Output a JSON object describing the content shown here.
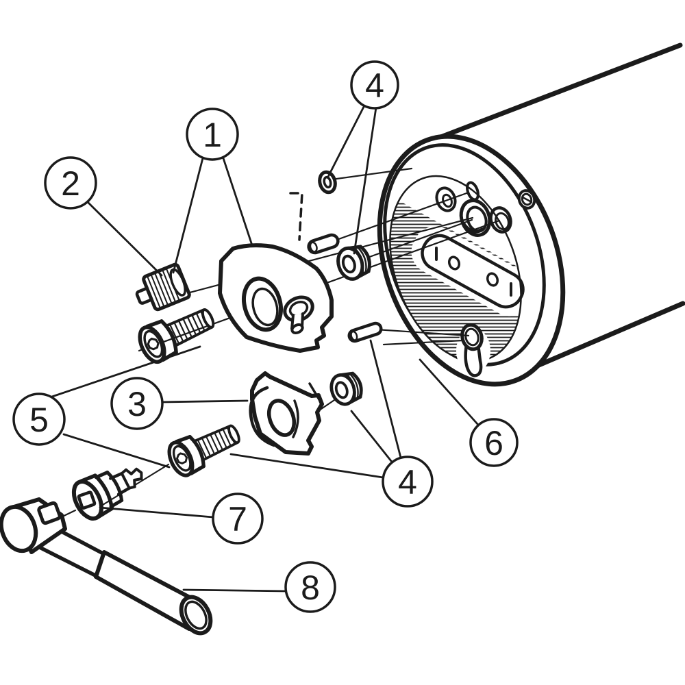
{
  "diagram": {
    "type": "exploded-parts-diagram",
    "callouts": [
      {
        "id": "callout-1",
        "label": "1"
      },
      {
        "id": "callout-2",
        "label": "2"
      },
      {
        "id": "callout-3",
        "label": "3"
      },
      {
        "id": "callout-4-top",
        "label": "4"
      },
      {
        "id": "callout-4-bottom",
        "label": "4"
      },
      {
        "id": "callout-5",
        "label": "5"
      },
      {
        "id": "callout-6",
        "label": "6"
      },
      {
        "id": "callout-7",
        "label": "7"
      },
      {
        "id": "callout-8",
        "label": "8"
      }
    ],
    "colors": {
      "line": "#1b1b1b",
      "background": "#ffffff"
    }
  }
}
